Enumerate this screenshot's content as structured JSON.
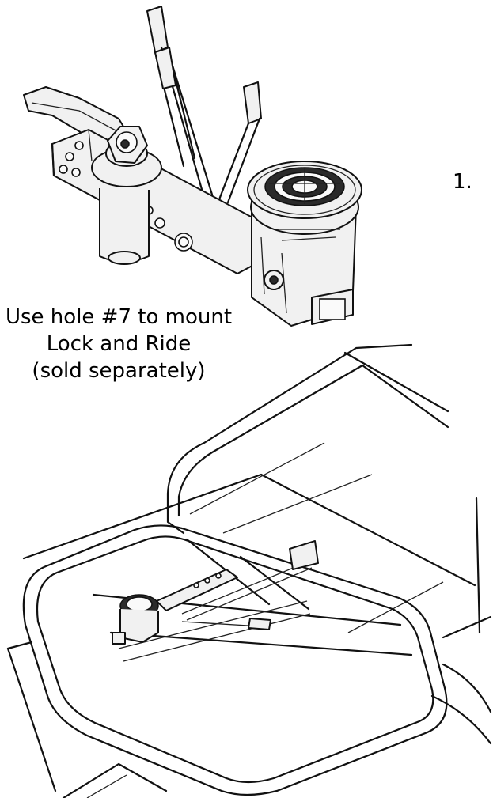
{
  "step": {
    "number": "1."
  },
  "caption": {
    "line1": "Use hole #7 to mount",
    "line2": "Lock and Ride",
    "line3": "(sold separately)"
  },
  "colors": {
    "line": "#111111",
    "background": "#ffffff",
    "shade": "#2a2a2a"
  }
}
